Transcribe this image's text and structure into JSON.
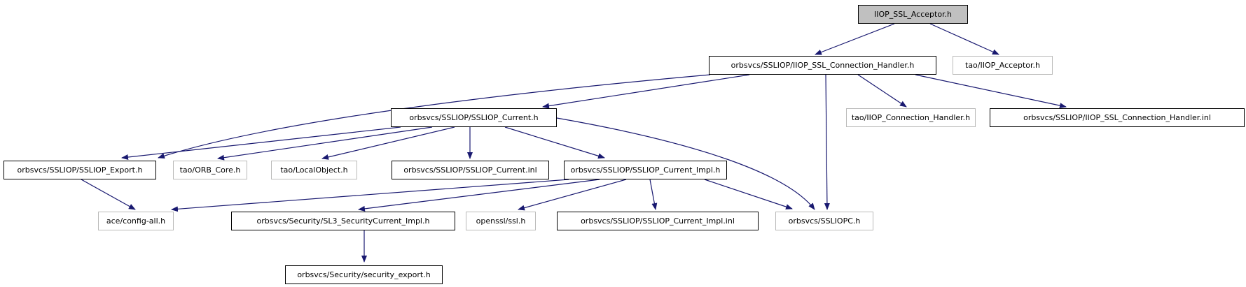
{
  "diagram": {
    "kind": "include-dependency-graph",
    "edge_color": "#191970",
    "root_fill_color": "#c0c0c0",
    "documented_border_color": "#000000",
    "external_border_color": "#babab9",
    "nodes": [
      {
        "id": "iiop_ssl_acceptor_h",
        "label": "IIOP_SSL_Acceptor.h",
        "kind": "root"
      },
      {
        "id": "iiop_ssl_connection_handler_h",
        "label": "orbsvcs/SSLIOP/IIOP_SSL_Connection_Handler.h",
        "kind": "documented"
      },
      {
        "id": "tao_iiop_acceptor_h",
        "label": "tao/IIOP_Acceptor.h",
        "kind": "external"
      },
      {
        "id": "ssliop_current_h",
        "label": "orbsvcs/SSLIOP/SSLIOP_Current.h",
        "kind": "documented"
      },
      {
        "id": "tao_iiop_connection_handler_h",
        "label": "tao/IIOP_Connection_Handler.h",
        "kind": "external"
      },
      {
        "id": "iiop_ssl_connection_handler_inl",
        "label": "orbsvcs/SSLIOP/IIOP_SSL_Connection_Handler.inl",
        "kind": "documented"
      },
      {
        "id": "ssliop_export_h",
        "label": "orbsvcs/SSLIOP/SSLIOP_Export.h",
        "kind": "documented"
      },
      {
        "id": "tao_orb_core_h",
        "label": "tao/ORB_Core.h",
        "kind": "external"
      },
      {
        "id": "tao_localobject_h",
        "label": "tao/LocalObject.h",
        "kind": "external"
      },
      {
        "id": "ssliop_current_inl",
        "label": "orbsvcs/SSLIOP/SSLIOP_Current.inl",
        "kind": "documented"
      },
      {
        "id": "ssliop_current_impl_h",
        "label": "orbsvcs/SSLIOP/SSLIOP_Current_Impl.h",
        "kind": "documented"
      },
      {
        "id": "ace_config_all_h",
        "label": "ace/config-all.h",
        "kind": "external"
      },
      {
        "id": "sl3_securitycurrent_impl_h",
        "label": "orbsvcs/Security/SL3_SecurityCurrent_Impl.h",
        "kind": "documented"
      },
      {
        "id": "openssl_ssl_h",
        "label": "openssl/ssl.h",
        "kind": "external"
      },
      {
        "id": "ssliop_current_impl_inl",
        "label": "orbsvcs/SSLIOP/SSLIOP_Current_Impl.inl",
        "kind": "documented"
      },
      {
        "id": "ssliopc_h",
        "label": "orbsvcs/SSLIOPC.h",
        "kind": "external"
      },
      {
        "id": "security_export_h",
        "label": "orbsvcs/Security/security_export.h",
        "kind": "documented"
      }
    ],
    "edges": [
      {
        "from": "iiop_ssl_acceptor_h",
        "to": "iiop_ssl_connection_handler_h"
      },
      {
        "from": "iiop_ssl_acceptor_h",
        "to": "tao_iiop_acceptor_h"
      },
      {
        "from": "iiop_ssl_connection_handler_h",
        "to": "ssliop_current_h"
      },
      {
        "from": "iiop_ssl_connection_handler_h",
        "to": "ssliop_export_h"
      },
      {
        "from": "iiop_ssl_connection_handler_h",
        "to": "tao_iiop_connection_handler_h"
      },
      {
        "from": "iiop_ssl_connection_handler_h",
        "to": "iiop_ssl_connection_handler_inl"
      },
      {
        "from": "iiop_ssl_connection_handler_h",
        "to": "ssliopc_h"
      },
      {
        "from": "ssliop_current_h",
        "to": "ssliop_export_h"
      },
      {
        "from": "ssliop_current_h",
        "to": "tao_orb_core_h"
      },
      {
        "from": "ssliop_current_h",
        "to": "tao_localobject_h"
      },
      {
        "from": "ssliop_current_h",
        "to": "ssliop_current_inl"
      },
      {
        "from": "ssliop_current_h",
        "to": "ssliop_current_impl_h"
      },
      {
        "from": "ssliop_current_h",
        "to": "ssliopc_h"
      },
      {
        "from": "ssliop_export_h",
        "to": "ace_config_all_h"
      },
      {
        "from": "ssliop_current_impl_h",
        "to": "ace_config_all_h"
      },
      {
        "from": "ssliop_current_impl_h",
        "to": "sl3_securitycurrent_impl_h"
      },
      {
        "from": "ssliop_current_impl_h",
        "to": "openssl_ssl_h"
      },
      {
        "from": "ssliop_current_impl_h",
        "to": "ssliop_current_impl_inl"
      },
      {
        "from": "ssliop_current_impl_h",
        "to": "ssliopc_h"
      },
      {
        "from": "sl3_securitycurrent_impl_h",
        "to": "security_export_h"
      }
    ]
  }
}
